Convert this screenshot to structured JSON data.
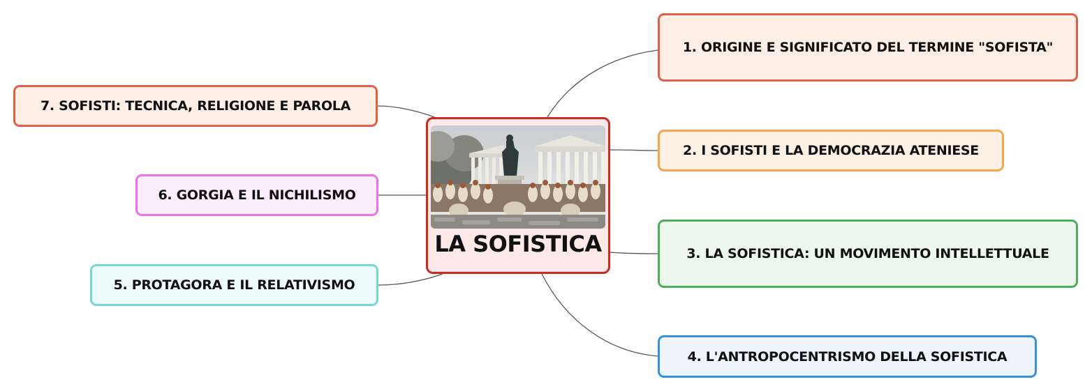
{
  "central": {
    "title": "LA SOFISTICA",
    "image": "ancient-greek-agora-with-statue-and-temple"
  },
  "branches": [
    {
      "label": "1. ORIGINE E SIGNIFICATO DEL TERMINE \"SOFISTA\"",
      "color": "#e35e46"
    },
    {
      "label": "2. I SOFISTI E LA DEMOCRAZIA ATENIESE",
      "color": "#f4a64a"
    },
    {
      "label": "3. LA SOFISTICA: UN MOVIMENTO INTELLETTUALE",
      "color": "#4eae5c"
    },
    {
      "label": "4. L'ANTROPOCENTRISMO DELLA SOFISTICA",
      "color": "#3591de"
    },
    {
      "label": "5. PROTAGORA E IL RELATIVISMO",
      "color": "#71d9d9"
    },
    {
      "label": "6. GORGIA E IL NICHILISMO",
      "color": "#ec73e2"
    },
    {
      "label": "7. SOFISTI: TECNICA, RELIGIONE E PAROLA",
      "color": "#e35e46"
    }
  ],
  "connector_color": "#555555"
}
